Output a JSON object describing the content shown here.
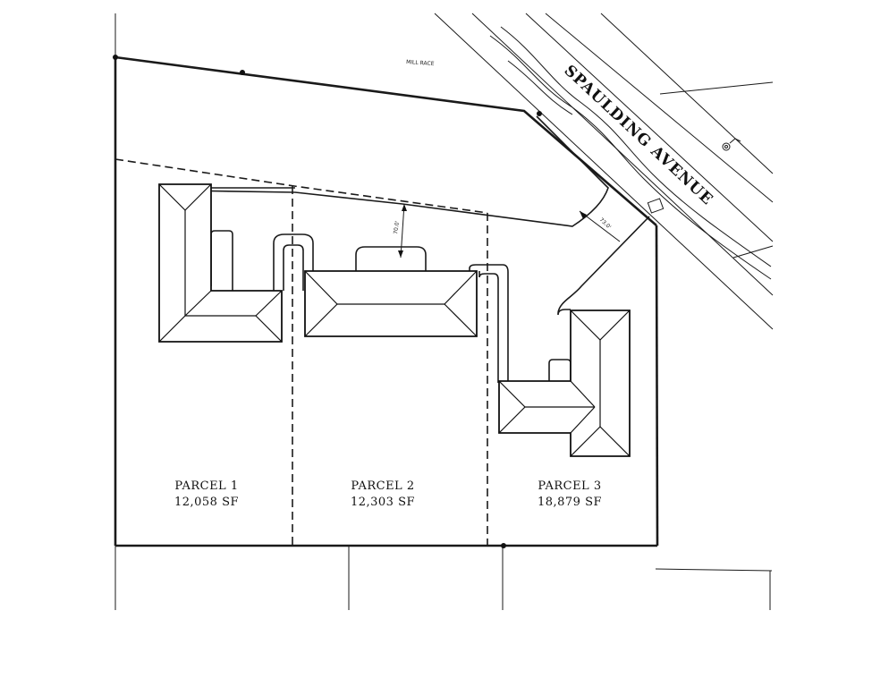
{
  "street": {
    "name": "SPAULDING AVENUE"
  },
  "mill_race": {
    "label": "MILL RACE"
  },
  "dimensions": [
    "70.0'",
    "73.0'"
  ],
  "parcels": [
    {
      "name": "PARCEL 1",
      "area": "12,058 SF"
    },
    {
      "name": "PARCEL 2",
      "area": "12,303 SF"
    },
    {
      "name": "PARCEL 3",
      "area": "18,879 SF"
    }
  ],
  "colors": {
    "line": "#1a1a1a",
    "background": "#ffffff"
  }
}
